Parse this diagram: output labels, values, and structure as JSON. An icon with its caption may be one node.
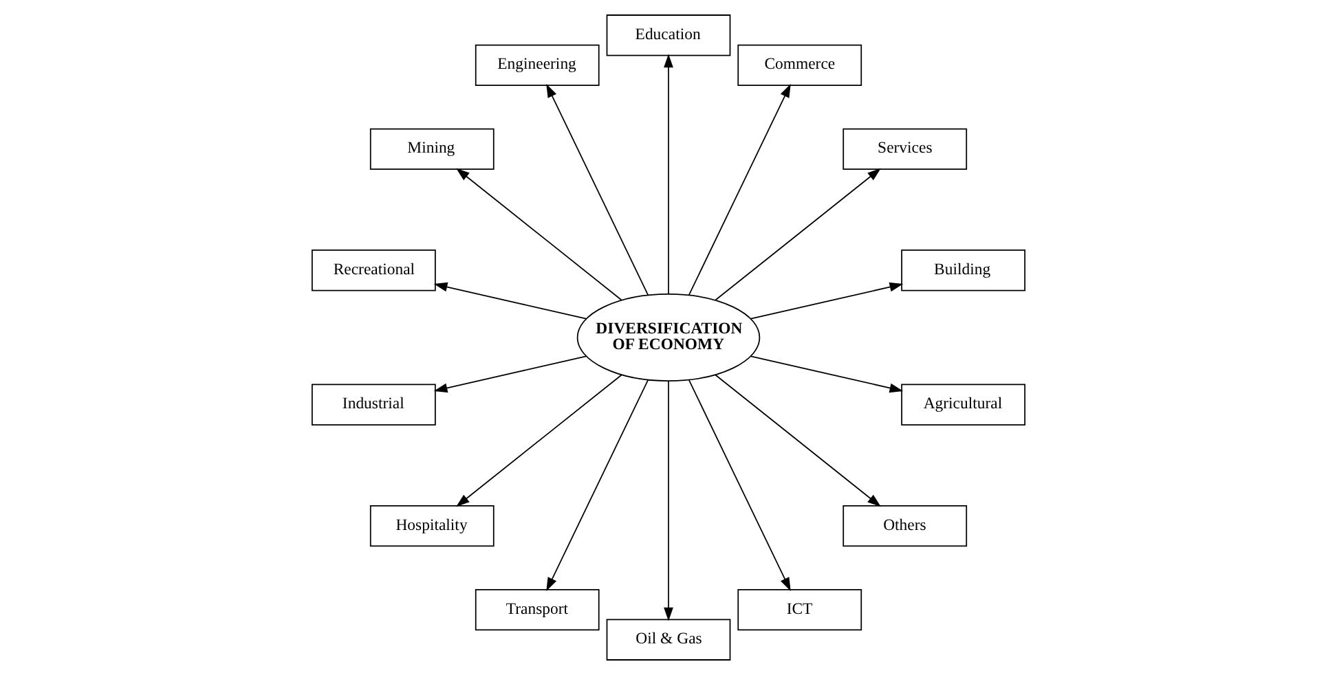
{
  "diagram": {
    "nodes": [
      {
        "text": [
          "DIVERSIFICATION OF ECONOMY"
        ]
      },
      {
        "text": [
          "Building"
        ]
      },
      {
        "text": [
          "Services"
        ]
      },
      {
        "text": [
          "Commerce"
        ]
      },
      {
        "text": [
          "Education"
        ]
      },
      {
        "text": [
          "Engineering"
        ]
      },
      {
        "text": [
          "Mining"
        ]
      },
      {
        "text": [
          "Recreational"
        ]
      },
      {
        "text": [
          "Industrial"
        ]
      },
      {
        "text": [
          "Hospitality"
        ]
      },
      {
        "text": [
          "Transport"
        ]
      },
      {
        "text": [
          "Oil & Gas"
        ]
      },
      {
        "text": [
          "ICT"
        ]
      },
      {
        "text": [
          "Others"
        ]
      },
      {
        "text": [
          "Agricultural"
        ]
      }
    ],
    "edges": [
      {
        "from": 0,
        "to": 1,
        "arrow": "to"
      },
      {
        "from": 0,
        "to": 2,
        "arrow": "to"
      },
      {
        "from": 0,
        "to": 3,
        "arrow": "to"
      },
      {
        "from": 0,
        "to": 4,
        "arrow": "to"
      },
      {
        "from": 0,
        "to": 5,
        "arrow": "to"
      },
      {
        "from": 0,
        "to": 6,
        "arrow": "to"
      },
      {
        "from": 0,
        "to": 7,
        "arrow": "to"
      },
      {
        "from": 0,
        "to": 8,
        "arrow": "to"
      },
      {
        "from": 0,
        "to": 9,
        "arrow": "to"
      },
      {
        "from": 0,
        "to": 10,
        "arrow": "to"
      },
      {
        "from": 0,
        "to": 11,
        "arrow": "to"
      },
      {
        "from": 0,
        "to": 12,
        "arrow": "to"
      },
      {
        "from": 0,
        "to": 13,
        "arrow": "to"
      },
      {
        "from": 0,
        "to": 14,
        "arrow": "to"
      }
    ]
  }
}
